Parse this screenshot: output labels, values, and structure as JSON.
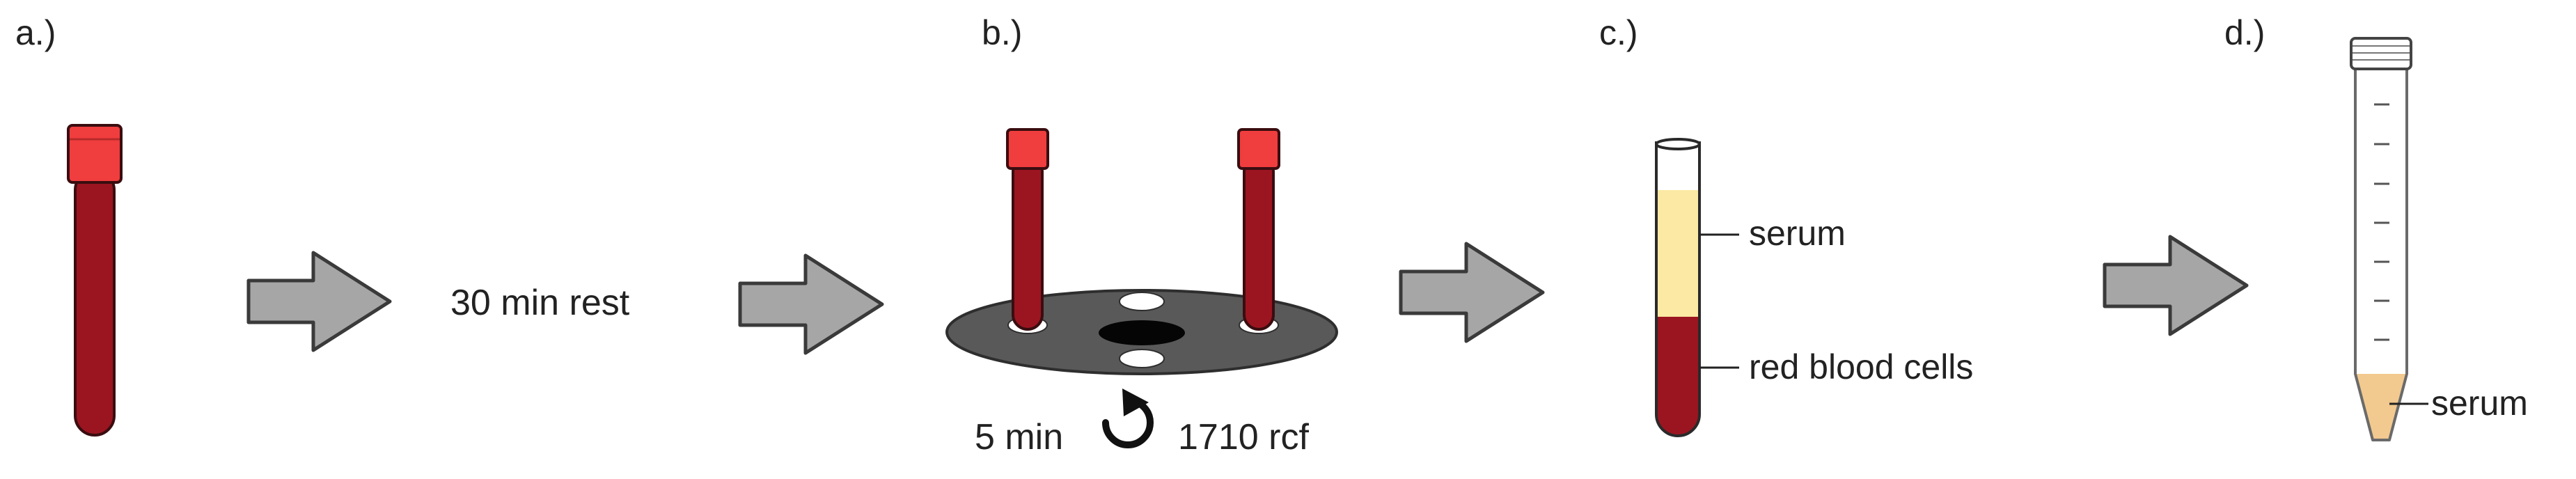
{
  "panels": {
    "a": {
      "label": "a.)"
    },
    "b": {
      "label": "b.)",
      "time": "5 min",
      "force": "1710 rcf"
    },
    "c": {
      "label": "c.)",
      "top_layer": "serum",
      "bottom_layer": "red blood cells"
    },
    "d": {
      "label": "d.)",
      "content_label": "serum"
    }
  },
  "rest_step": {
    "label": "30 min rest"
  },
  "icons": {
    "arrow": "right-arrow-icon",
    "rotation": "counterclockwise-rotation-icon"
  },
  "colors": {
    "blood": "#9b1520",
    "cap": "#f03d3d",
    "serum_layer": "#fbe9a4",
    "serum_tube": "#f2c98f",
    "arrow_fill": "#a6a6a6",
    "rotor": "#595959"
  }
}
